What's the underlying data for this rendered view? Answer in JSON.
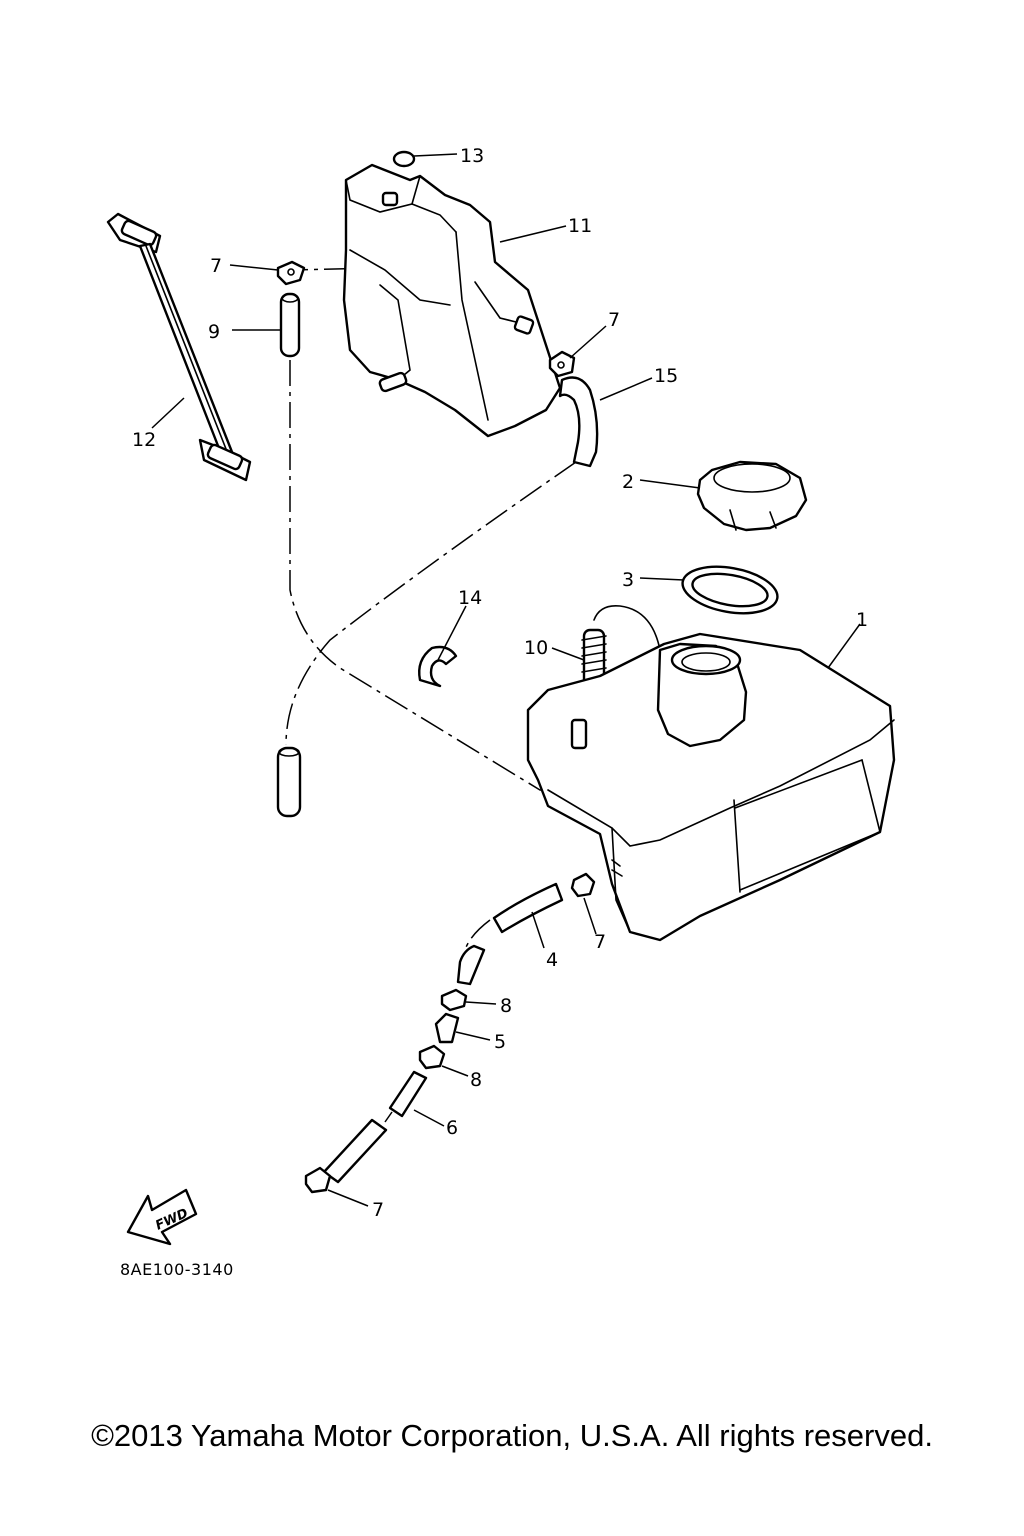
{
  "callouts": {
    "c1": "1",
    "c2": "2",
    "c3": "3",
    "c4": "4",
    "c5": "5",
    "c6": "6",
    "c7a": "7",
    "c7b": "7",
    "c7c": "7",
    "c7d": "7",
    "c8a": "8",
    "c8b": "8",
    "c9": "9",
    "c10": "10",
    "c11": "11",
    "c12": "12",
    "c13": "13",
    "c14": "14",
    "c15": "15"
  },
  "fwd_label": "FWD",
  "reference_code": "8AE100-3140",
  "copyright": "©2013 Yamaha Motor Corporation, U.S.A. All rights reserved."
}
